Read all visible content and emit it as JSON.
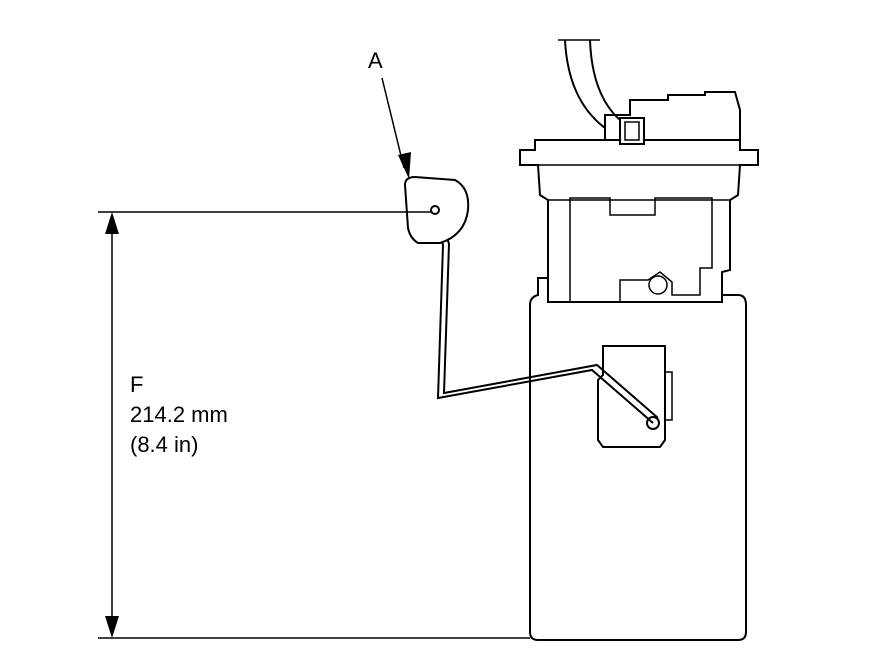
{
  "labels": {
    "callout_a": "A",
    "dim_letter": "F",
    "dim_metric": "214.2 mm",
    "dim_imperial": "(8.4 in)"
  },
  "colors": {
    "line": "#000000",
    "background": "#ffffff"
  }
}
